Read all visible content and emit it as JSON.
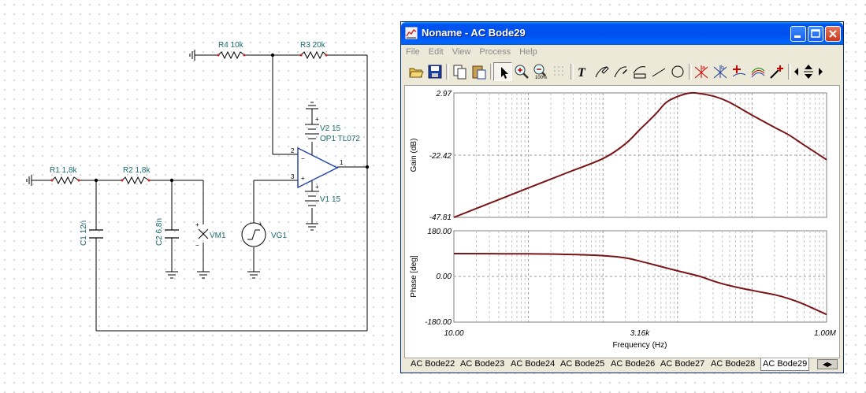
{
  "schematic": {
    "r4": "R4 10k",
    "r3": "R3 20k",
    "v2": "V2 15",
    "op1": "OP1 TL072",
    "r1": "R1 1,8k",
    "r2": "R2 1,8k",
    "pin2": "2",
    "pin3": "3",
    "pin1": "1",
    "pin_minus": "−",
    "pin_plus": "+",
    "c1": "C1 12n",
    "c2": "C2 6,8n",
    "vm1": "VM1",
    "vg1": "VG1",
    "v1": "V1 15",
    "plus": "+",
    "minus": "−"
  },
  "window": {
    "title": "Noname - AC Bode29",
    "menus": [
      "File",
      "Edit",
      "View",
      "Process",
      "Help"
    ],
    "tools": [
      "open-icon",
      "save-icon",
      "copy-icon",
      "paste-icon",
      "pointer-icon",
      "zoom-in-icon",
      "zoom-out-icon",
      "grid-icon",
      "text-icon",
      "pen-curve-icon",
      "pen-curve2-icon",
      "curve-edit-icon",
      "line-icon",
      "circle-icon",
      "cursor-a-icon",
      "cursor-b-icon",
      "add-marker-icon",
      "curves-icon",
      "probe-icon",
      "arrow-left-icon",
      "arrow-updown-icon",
      "arrow-right-icon"
    ],
    "tabs": [
      "AC Bode22",
      "AC Bode23",
      "AC Bode24",
      "AC Bode25",
      "AC Bode26",
      "AC Bode27",
      "AC Bode28",
      "AC Bode29"
    ],
    "active_tab": "AC Bode29",
    "tab_scroll": "◀▶"
  },
  "chart_data": [
    {
      "type": "line",
      "title": "",
      "xlabel": "",
      "ylabel": "Gain (dB)",
      "x_scale": "log",
      "xlim": [
        10,
        1000000
      ],
      "ylim": [
        -47.81,
        2.97
      ],
      "yticks": [
        "2.97",
        "-22.42",
        "-47.81"
      ],
      "grid": true,
      "series": [
        {
          "x": [
            10,
            31.6,
            100,
            316,
            1000,
            2000,
            3160,
            5000,
            7000,
            10000,
            15000,
            20000,
            31600,
            50000,
            100000,
            200000,
            316000,
            500000,
            1000000
          ],
          "y": [
            -47.8,
            -41.8,
            -35.8,
            -29.8,
            -23.8,
            -17.8,
            -11.8,
            -5.9,
            -1.0,
            1.5,
            2.97,
            2.7,
            1.5,
            -0.9,
            -6.1,
            -11.1,
            -14.3,
            -18.3,
            -24.3
          ]
        }
      ],
      "color": "#7a1416"
    },
    {
      "type": "line",
      "title": "",
      "xlabel": "Frequency (Hz)",
      "ylabel": "Phase [deg]",
      "x_scale": "log",
      "xlim": [
        10,
        1000000
      ],
      "ylim": [
        -180,
        180
      ],
      "yticks": [
        "180.00",
        "0.00",
        "-180.00"
      ],
      "xticks": [
        "10.00",
        "3.16k",
        "1.00M"
      ],
      "grid": true,
      "series": [
        {
          "x": [
            10,
            100,
            316,
            1000,
            2000,
            3160,
            5000,
            10000,
            20000,
            31600,
            50000,
            100000,
            200000,
            316000,
            500000,
            1000000
          ],
          "y": [
            90,
            89,
            87,
            82,
            73,
            60,
            45,
            22,
            0,
            -20,
            -36,
            -55,
            -72,
            -88,
            -110,
            -150
          ]
        }
      ],
      "color": "#7a1416"
    }
  ]
}
